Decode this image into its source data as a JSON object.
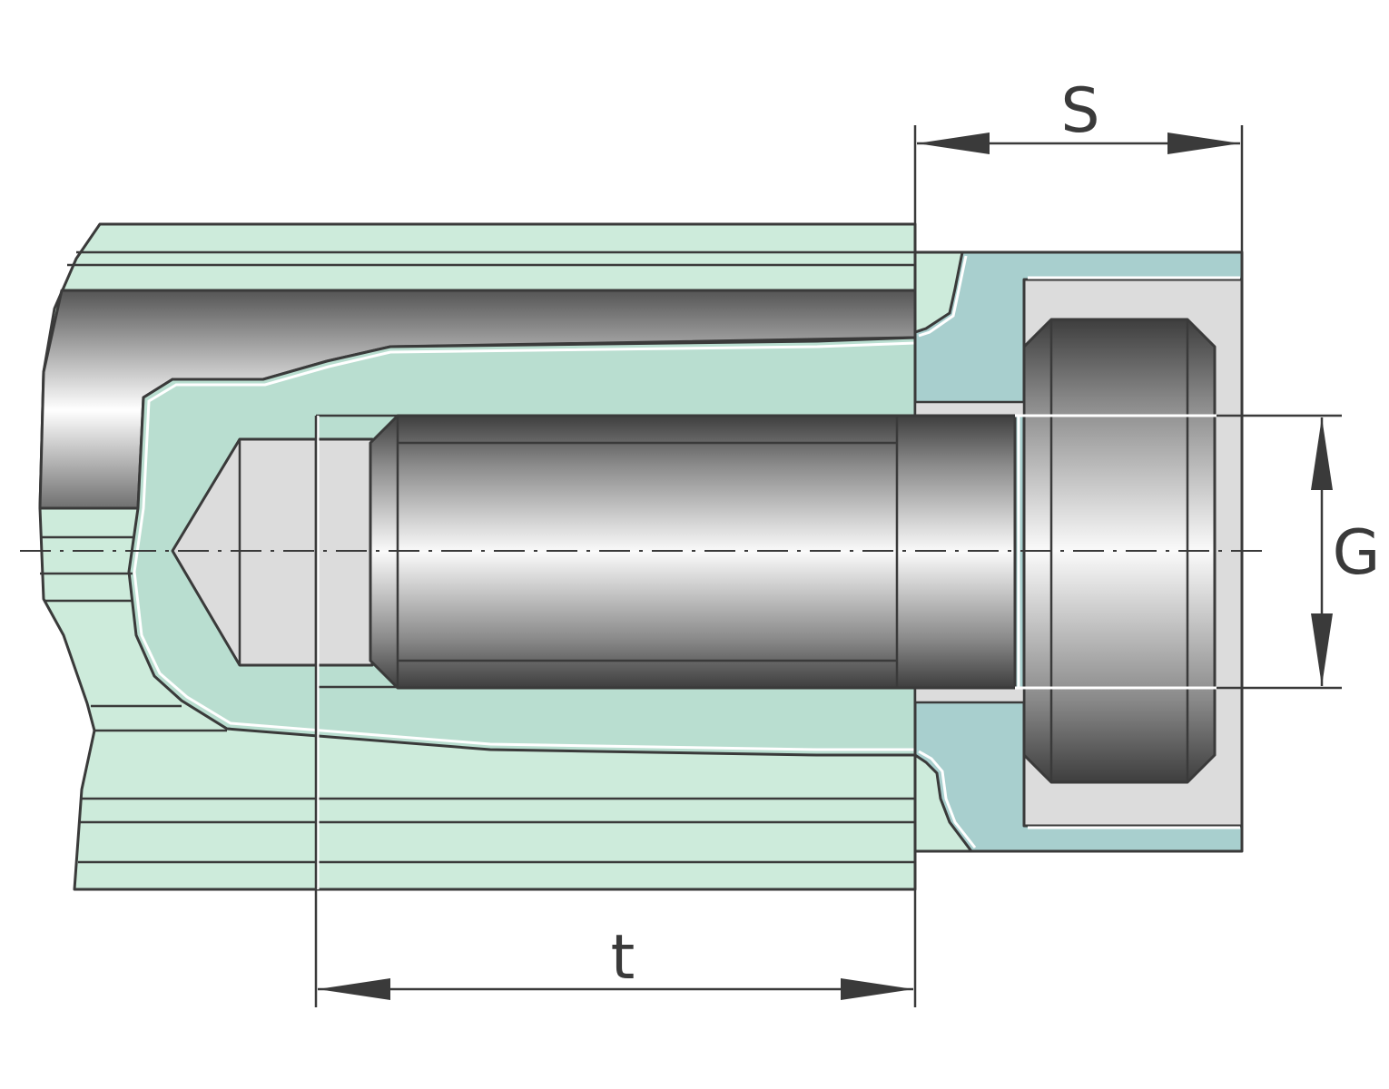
{
  "labels": {
    "s": "S",
    "g": "G",
    "t": "t"
  },
  "colors": {
    "housing_light": "#cdebdb",
    "housing_cut": "#b9ded0",
    "nut_teal": "#a8cfce",
    "metal_light": "#dcdcdc",
    "outline": "#3a3a3a"
  }
}
